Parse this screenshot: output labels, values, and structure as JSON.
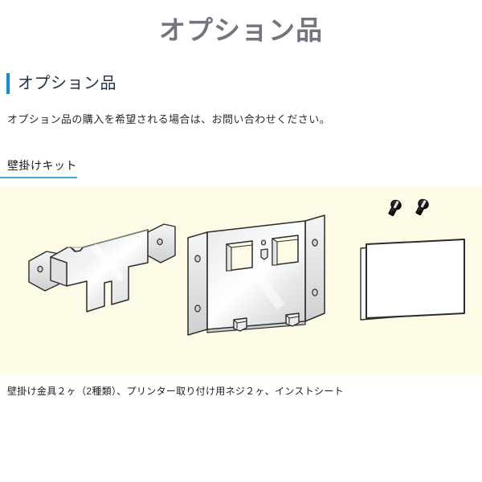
{
  "page": {
    "title": "オプション品"
  },
  "section": {
    "heading": "オプション品",
    "accent_color": "#0d8fd4",
    "intro": "オプション品の購入を希望される場合は、お問い合わせください。"
  },
  "subsection": {
    "heading": "壁掛けキット",
    "underline_color": "#4aa8dd",
    "figure": {
      "background_color": "#fdfbe6",
      "alt": "壁掛けキット同梱品図（壁掛け金具2種類、取り付けネジ2本、インストシート）",
      "parts": [
        {
          "name": "wall-bracket-t-shape",
          "label": "壁掛け金具（T字型）"
        },
        {
          "name": "wall-bracket-plate",
          "label": "壁掛け金具（プレート型）"
        },
        {
          "name": "mounting-screw-1",
          "label": "プリンター取り付け用ネジ"
        },
        {
          "name": "mounting-screw-2",
          "label": "プリンター取り付け用ネジ"
        },
        {
          "name": "instruction-sheet",
          "label": "インストシート"
        }
      ]
    },
    "caption": "壁掛け金具２ヶ（2種類）、プリンター取り付け用ネジ２ヶ、インストシート"
  }
}
